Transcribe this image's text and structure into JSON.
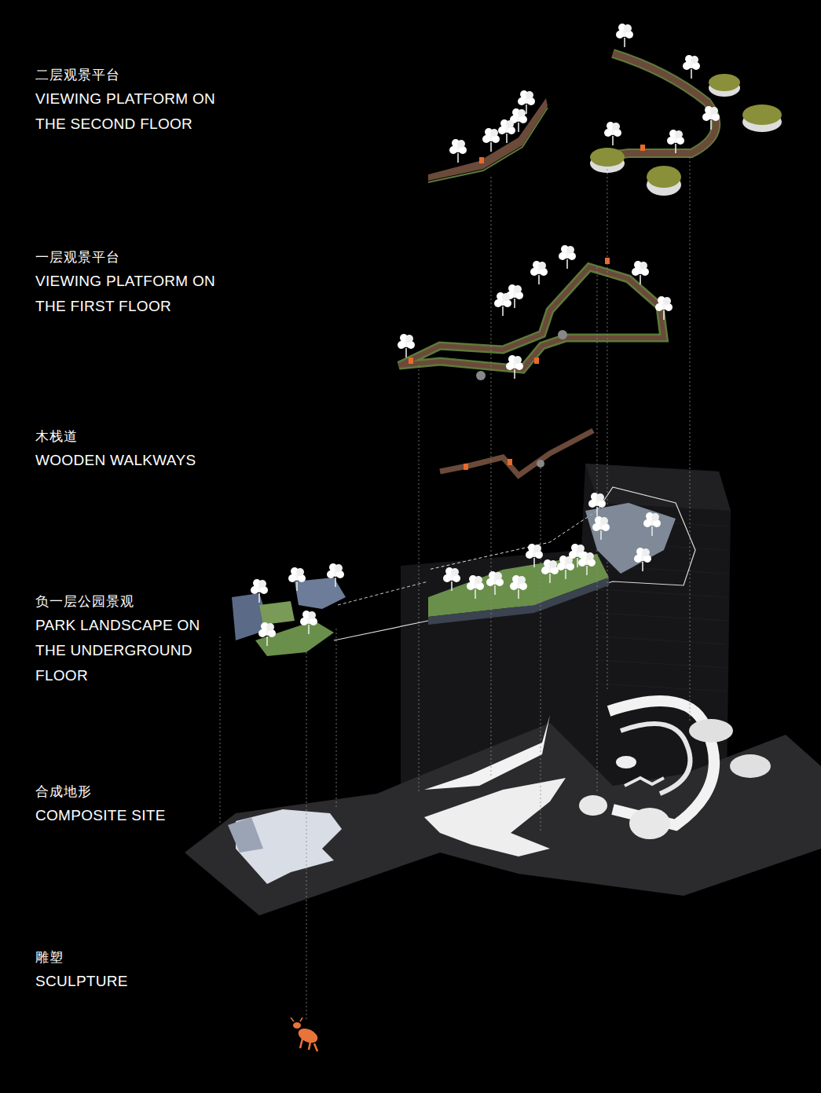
{
  "diagram": {
    "labels": [
      "二层观景平台",
      "VIEWING PLATFORM ON THE SECOND FLOOR",
      "一层观景平台",
      "VIEWING PLATFORM ON THE FIRST FLOOR",
      "木栈道",
      "WOODEN WALKWAYS",
      "负一层公园景观",
      "PARK LANDSCAPE ON THE UNDERGROUND FLOOR",
      "合成地形",
      "COMPOSITE SITE",
      "雕塑",
      "SCULPTURE"
    ]
  }
}
